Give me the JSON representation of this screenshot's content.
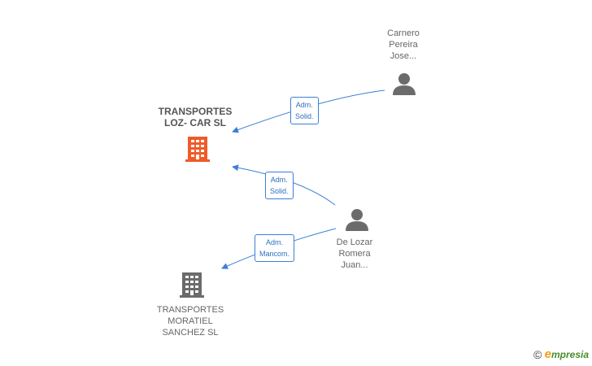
{
  "nodes": {
    "company_main": {
      "lines": [
        "TRANSPORTES",
        "LOZ- CAR SL"
      ],
      "icon": "building-icon",
      "color": "#f05a28"
    },
    "person_carnero": {
      "lines": [
        "Carnero",
        "Pereira",
        "Jose..."
      ],
      "icon": "person-icon",
      "color": "#666666"
    },
    "person_delozar": {
      "lines": [
        "De Lozar",
        "Romera",
        "Juan..."
      ],
      "icon": "person-icon",
      "color": "#666666"
    },
    "company_moratiel": {
      "lines": [
        "TRANSPORTES",
        "MORATIEL",
        "SANCHEZ SL"
      ],
      "icon": "building-icon",
      "color": "#666666"
    }
  },
  "edges": [
    {
      "from": "person_carnero",
      "to": "company_main",
      "label_lines": [
        "Adm.",
        "Solid."
      ]
    },
    {
      "from": "person_delozar",
      "to": "company_main",
      "label_lines": [
        "Adm.",
        "Solid."
      ]
    },
    {
      "from": "person_delozar",
      "to": "company_moratiel",
      "label_lines": [
        "Adm.",
        "Mancom."
      ]
    }
  ],
  "edge_color": "#3d7fd6",
  "footer": {
    "copyright_symbol": "©",
    "brand_initial": "e",
    "brand_rest": "mpresia"
  }
}
